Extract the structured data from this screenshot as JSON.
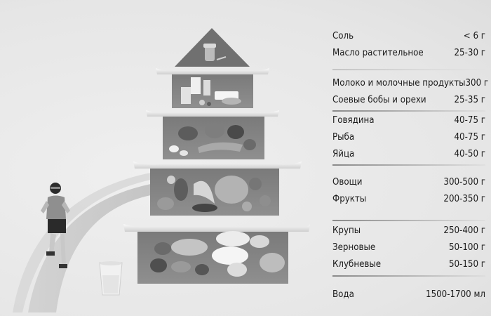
{
  "table": {
    "groups": [
      {
        "items": [
          {
            "name": "Соль",
            "amount": "< 6 г"
          },
          {
            "name": "Масло растительное",
            "amount": "25-30 г"
          }
        ]
      },
      {
        "items": [
          {
            "name": "Молоко и молочные продукты",
            "amount": "300 г"
          },
          {
            "name": "Соевые бобы и орехи",
            "amount": "25-35 г"
          }
        ]
      },
      {
        "items": [
          {
            "name": "Говядина",
            "amount": "40-75 г"
          },
          {
            "name": "Рыба",
            "amount": "40-75 г"
          },
          {
            "name": "Яйца",
            "amount": "40-50 г"
          }
        ]
      },
      {
        "items": [
          {
            "name": "Овощи",
            "amount": "300-500 г"
          },
          {
            "name": "Фрукты",
            "amount": "200-350 г"
          }
        ]
      },
      {
        "items": [
          {
            "name": "Крупы",
            "amount": "250-400 г"
          },
          {
            "name": "Зерновые",
            "amount": "50-100 г"
          },
          {
            "name": "Клубневые",
            "amount": "50-150 г"
          }
        ]
      },
      {
        "items": [
          {
            "name": "Вода",
            "amount": "1500-1700 мл"
          }
        ]
      }
    ]
  },
  "illustration": {
    "colors": {
      "pyramid_fill": "#8a8a8a",
      "roof": "#6f6f6f",
      "shelf": "#f2f2f2",
      "background": "#e9e9e9"
    },
    "icons": [
      "salt-shaker-icon",
      "jogger-figure",
      "water-glass-icon",
      "milk-products-icon",
      "meat-fish-eggs-icon",
      "vegetables-fruits-icon",
      "grains-icon"
    ]
  }
}
